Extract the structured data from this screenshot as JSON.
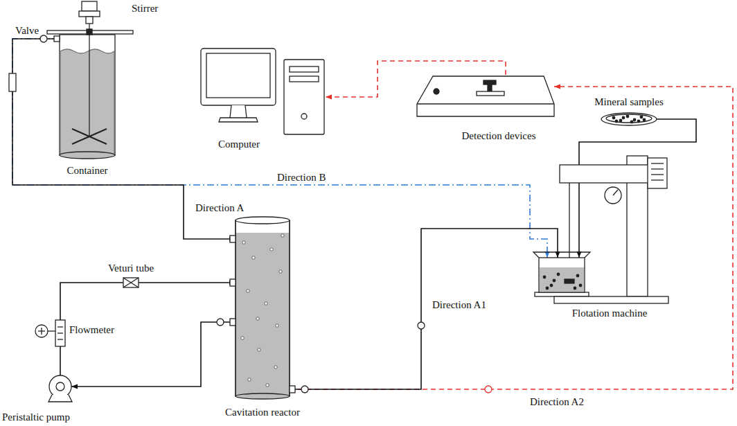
{
  "diagram": {
    "nodes": [
      {
        "text": [
          "Container"
        ]
      },
      {
        "text": [
          "Computer"
        ]
      },
      {
        "text": [
          "Detection devices"
        ]
      },
      {
        "text": [
          "Mineral samples"
        ]
      },
      {
        "text": [
          "Cavitation reactor"
        ]
      },
      {
        "text": [
          "Flotation machine"
        ]
      },
      {
        "text": [
          "Veturi tube"
        ]
      },
      {
        "text": [
          "Flowmeter"
        ]
      },
      {
        "text": [
          "Peristaltic pump"
        ]
      }
    ],
    "edges": [
      {
        "from": 2,
        "to": 1,
        "arrow": "to"
      },
      {
        "from": 0,
        "to": 4,
        "label": "Direction A",
        "arrow": "to"
      },
      {
        "from": 0,
        "to": 5,
        "label": "Direction B",
        "arrow": "to"
      },
      {
        "from": 3,
        "to": 5,
        "arrow": "to"
      },
      {
        "from": 4,
        "to": 5,
        "label": "Direction A1",
        "arrow": "to"
      },
      {
        "from": 4,
        "to": 2,
        "label": "Direction A2",
        "arrow": "to"
      },
      {
        "from": 4,
        "to": 8,
        "arrow": "to"
      },
      {
        "from": 8,
        "to": 7,
        "arrow": "none"
      },
      {
        "from": 7,
        "to": 6,
        "arrow": "none"
      },
      {
        "from": 6,
        "to": 4,
        "arrow": "to"
      }
    ],
    "labels": [
      "Stirrer",
      "Valve"
    ]
  }
}
